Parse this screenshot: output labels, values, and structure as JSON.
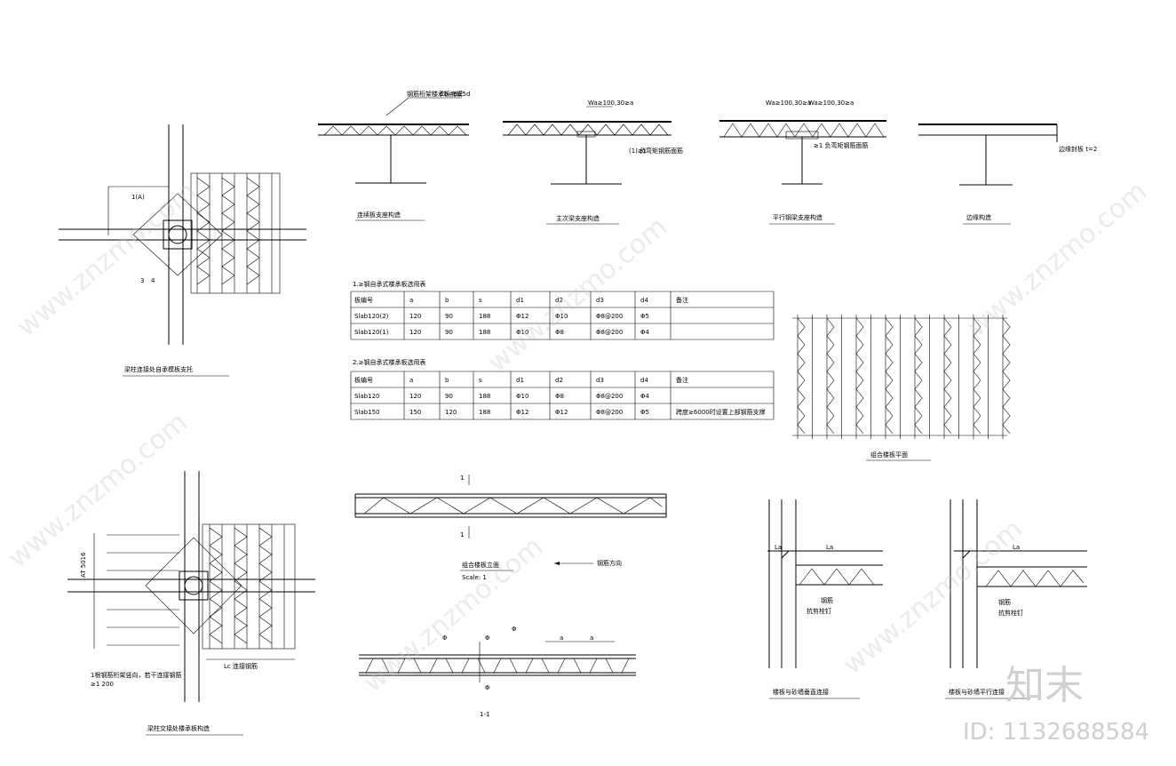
{
  "captions": {
    "sec_a": "连续板支座构造",
    "sec_b": "主次梁支座构造",
    "sec_c": "平行钢梁支座构造",
    "sec_d": "边缘构造",
    "plan_top": "梁柱连接处自承模板支托",
    "plan_bottom": "梁柱交接处楼承板构造",
    "deck_plan": "组合楼板平面",
    "side_view": "组合楼板立面",
    "side_scale": "Scale: 1",
    "section_11": "1-1",
    "wall_a": "楼板与砂墙垂直连接",
    "wall_b": "楼板与砂墙平行连接"
  },
  "notes": {
    "a1": "钢筋桁架楼承板底模",
    "a2": "Cb=d≥5d",
    "b1": "Wa≥100,30≥a",
    "b2": "(1)≥1",
    "b3": "负弯矩钢筋面筋",
    "c1": "Wa≥100,30≥a",
    "c2": "Wa≥100,30≥a",
    "c3": "≥1  负弯矩钢筋面筋",
    "d1": "边缘封板 t=2",
    "p1": "1(A)",
    "p2": "3",
    "p3": "4",
    "b_note1": "1根钢筋桁架竖向，若干连接钢筋",
    "b_note2": "≥1 200",
    "b_dim1": "AT 5016",
    "b_dim2": "Lc 连接钢筋",
    "sv_dir": "钢筋方向",
    "sv_mark1": "1",
    "sv_mark2": "1",
    "s11_a": "Φ",
    "s11_b": "Φ",
    "s11_c": "Φ",
    "s11_d": "Φ",
    "s11_d1": "a",
    "s11_d2": "a",
    "w1": "La",
    "w2": "La",
    "w3": "钢筋",
    "w4": "抗剪栓钉",
    "w5": "La",
    "w6": "钢筋",
    "w7": "抗剪栓钉"
  },
  "table1": {
    "title": "1.≥钢自承式楼承板选用表",
    "headers": [
      "板编号",
      "a",
      "b",
      "s",
      "d1",
      "d2",
      "d3",
      "d4",
      "备注"
    ],
    "rows": [
      [
        "Slab120(2)",
        "120",
        "90",
        "188",
        "Φ12",
        "Φ10",
        "Φ8@200",
        "Φ5",
        ""
      ],
      [
        "Slab120(1)",
        "120",
        "90",
        "188",
        "Φ10",
        "Φ8",
        "Φ8@200",
        "Φ4",
        ""
      ]
    ]
  },
  "table2": {
    "title": "2.≥钢自承式楼承板选用表",
    "headers": [
      "板编号",
      "a",
      "b",
      "s",
      "d1",
      "d2",
      "d3",
      "d4",
      "备注"
    ],
    "rows": [
      [
        "Slab120",
        "120",
        "90",
        "188",
        "Φ10",
        "Φ8",
        "Φ8@200",
        "Φ4",
        ""
      ],
      [
        "Slab150",
        "150",
        "120",
        "188",
        "Φ12",
        "Φ12",
        "Φ8@200",
        "Φ5",
        "跨度≥6000时设置上部钢筋支撑"
      ]
    ]
  },
  "watermark": {
    "text": "www.znzmo.com",
    "brand": "知末",
    "id": "ID: 1132688584"
  }
}
